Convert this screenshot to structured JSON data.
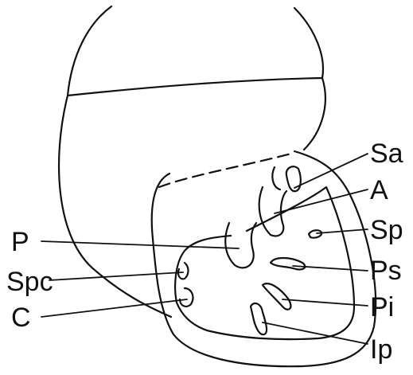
{
  "labels": {
    "sa": "Sa",
    "a": "A",
    "sp": "Sp",
    "ps": "Ps",
    "pi": "Pi",
    "ip": "Ip",
    "p": "P",
    "spc": "Spc",
    "c": "C"
  },
  "colors": {
    "ink": "#111111",
    "background": "#ffffff"
  }
}
